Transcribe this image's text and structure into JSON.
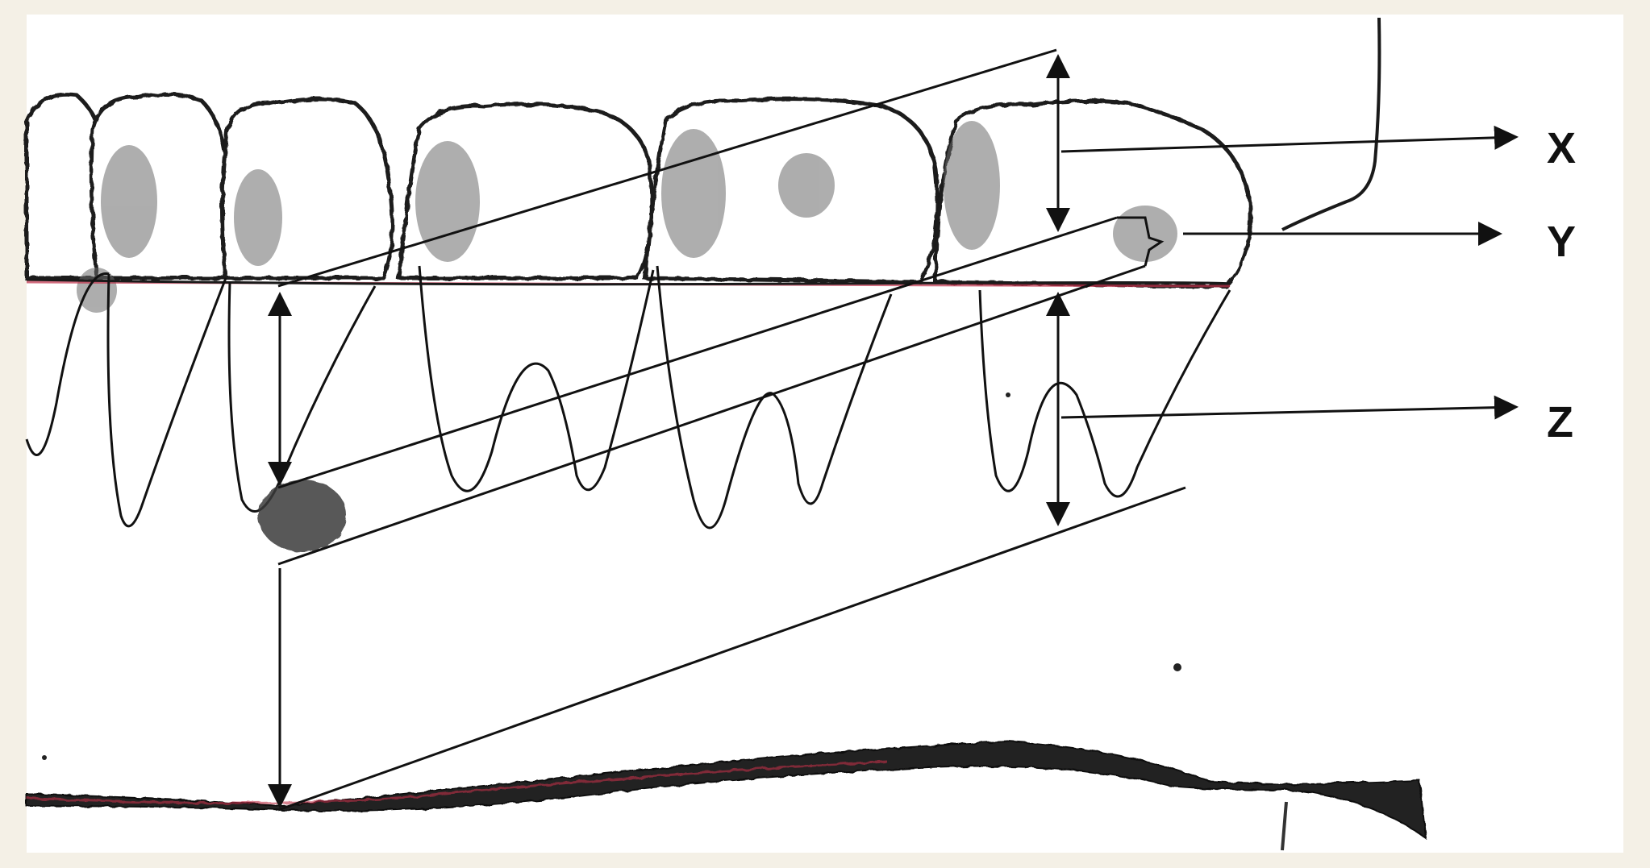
{
  "labels": {
    "x": "X",
    "y": "Y",
    "z": "Z"
  },
  "colors": {
    "background": "#f4f0e6",
    "panel": "#ffffff",
    "ink": "#111111",
    "shade": "#6b6b6b",
    "gumline": "#c0304a"
  }
}
